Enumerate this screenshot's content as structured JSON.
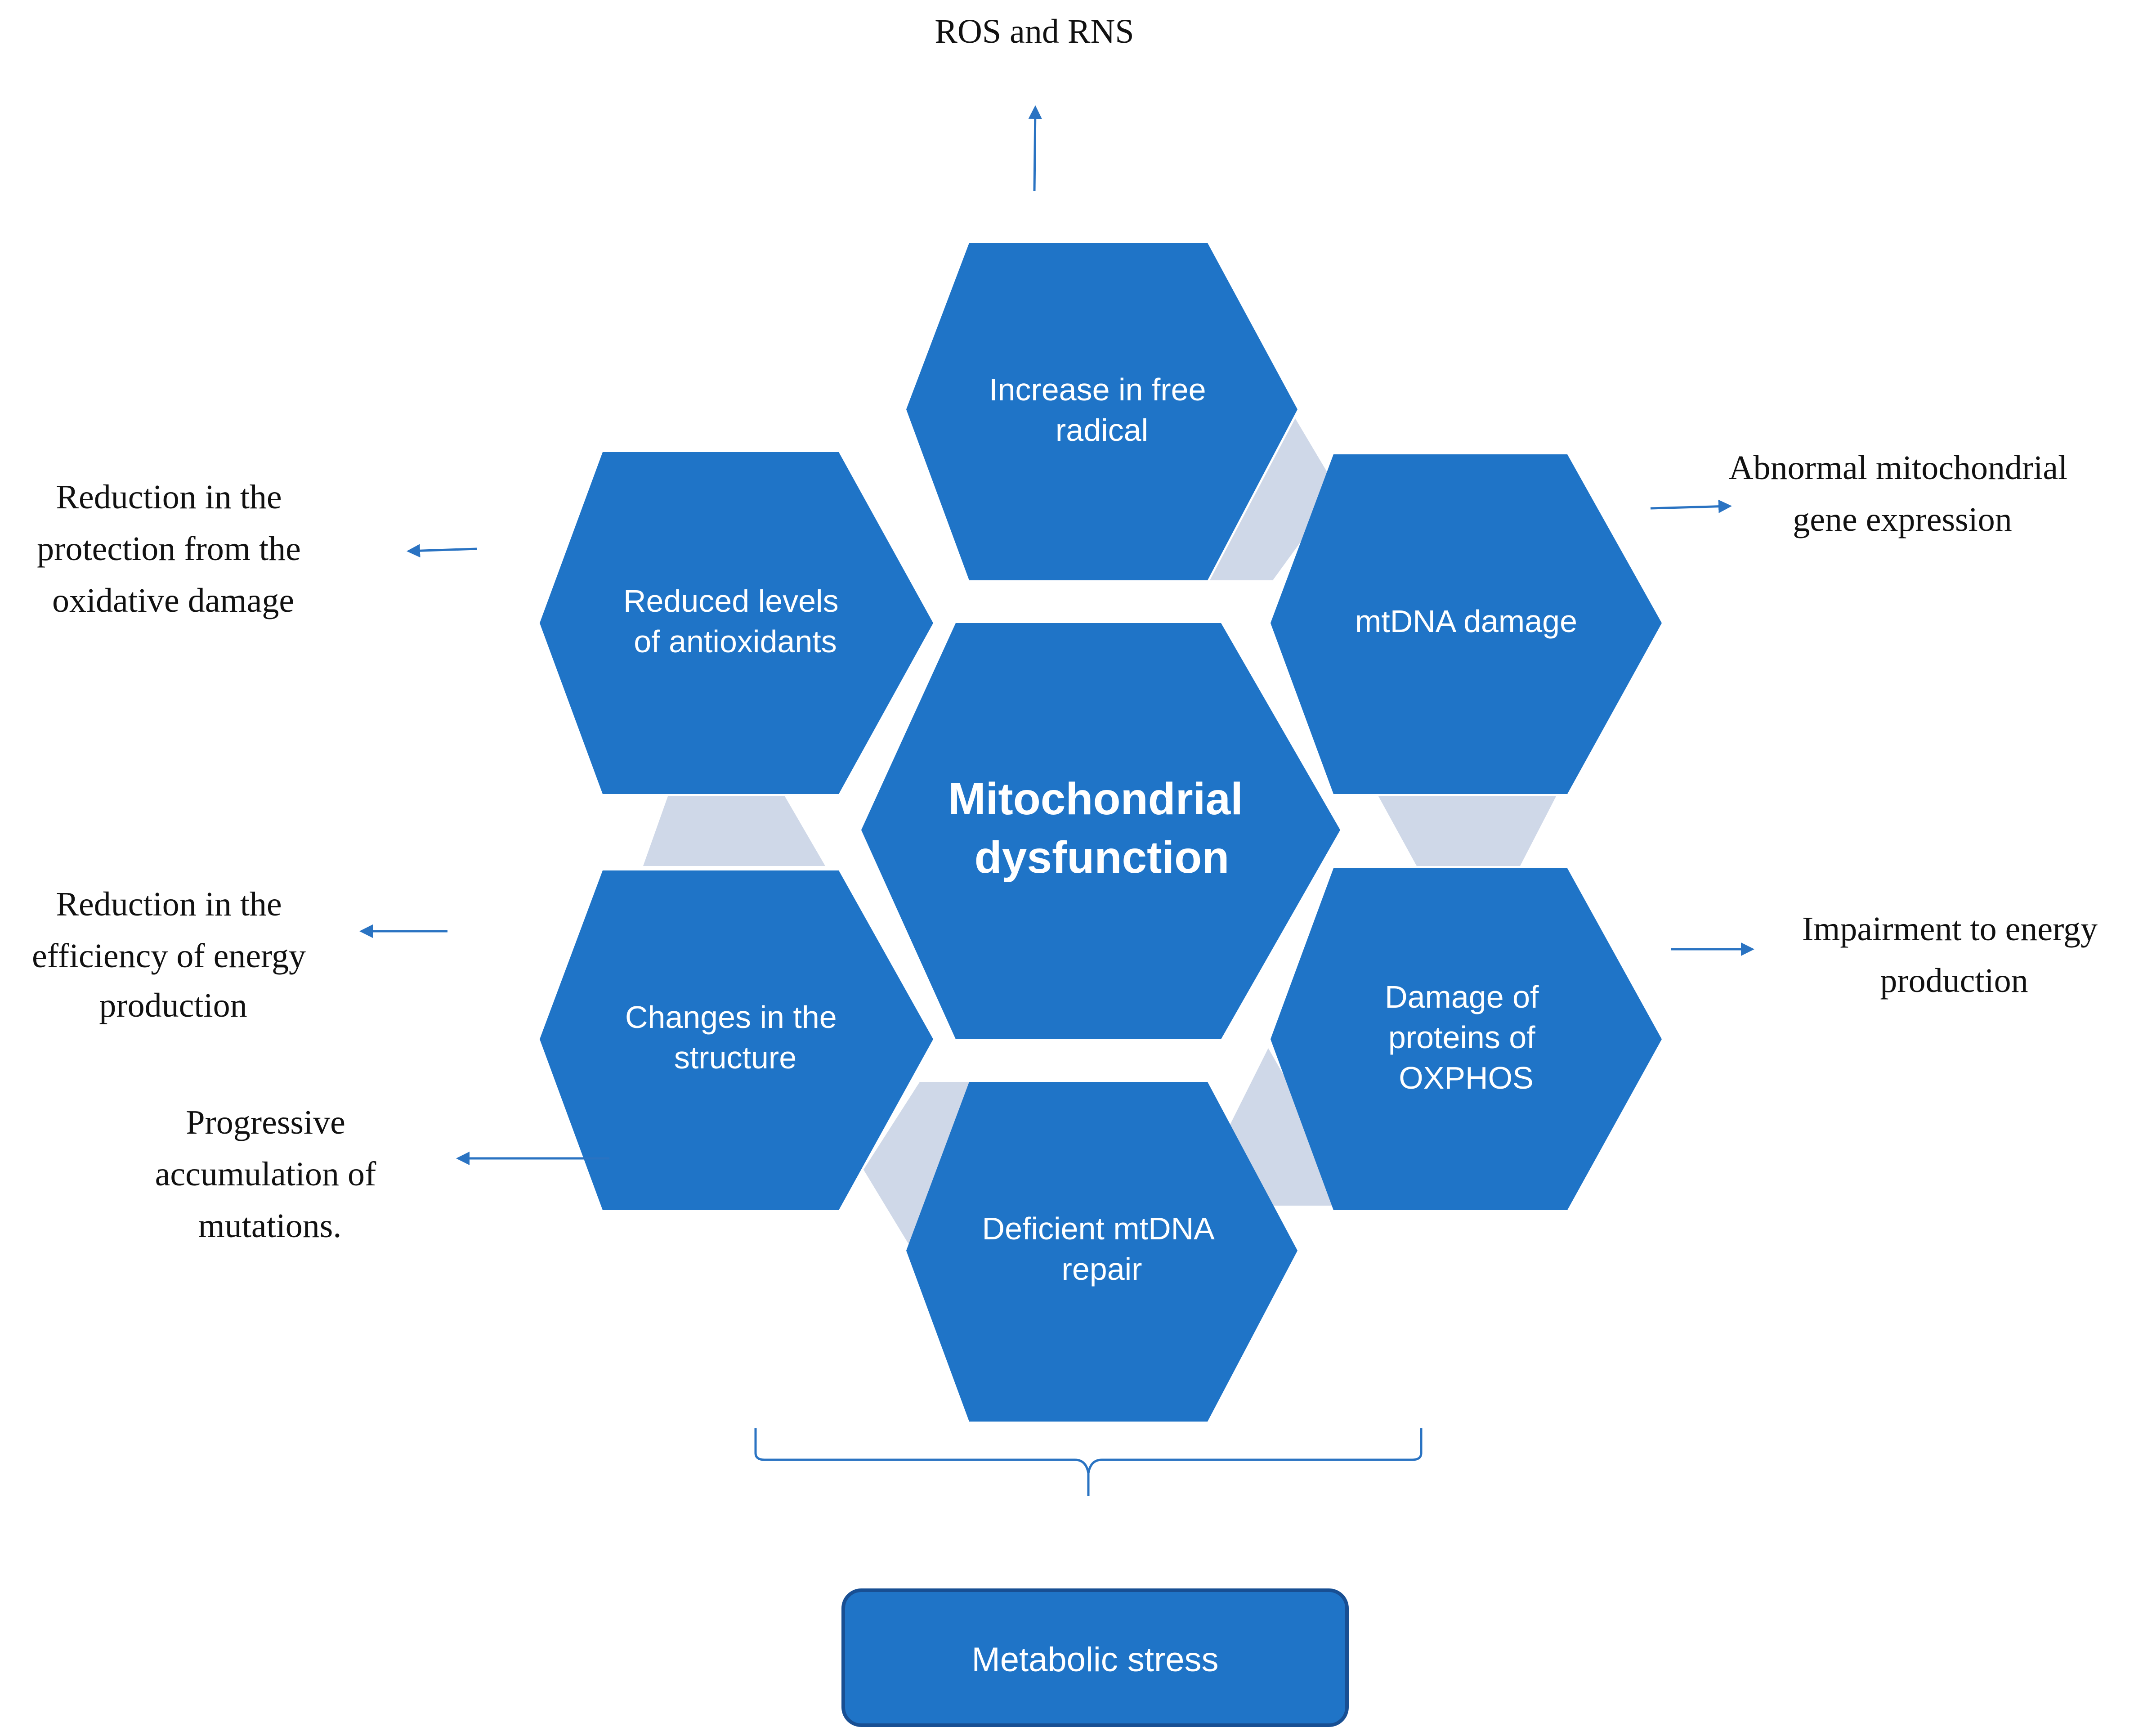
{
  "center": {
    "lines": [
      "Mitochondrial",
      "dysfunction"
    ]
  },
  "hexagons": [
    {
      "id": "free-radical",
      "lines": [
        "Increase in free",
        "radical"
      ]
    },
    {
      "id": "mtdna-damage",
      "lines": [
        "mtDNA damage"
      ]
    },
    {
      "id": "oxphos",
      "lines": [
        "Damage of",
        "proteins of",
        "OXPHOS"
      ]
    },
    {
      "id": "mtdna-repair",
      "lines": [
        "Deficient mtDNA",
        "repair"
      ]
    },
    {
      "id": "structure",
      "lines": [
        "Changes in the",
        "structure"
      ]
    },
    {
      "id": "antioxidants",
      "lines": [
        "Reduced levels",
        "of antioxidants"
      ]
    }
  ],
  "outcomes": [
    {
      "id": "ros-rns",
      "lines": [
        "ROS and RNS"
      ]
    },
    {
      "id": "gene-expression",
      "lines": [
        "Abnormal mitochondrial",
        "gene expression"
      ]
    },
    {
      "id": "energy-impairment",
      "lines": [
        "Impairment to energy",
        "production"
      ]
    },
    {
      "id": "oxidative-protection",
      "lines": [
        "Reduction in the",
        "protection from the",
        "oxidative damage"
      ]
    },
    {
      "id": "energy-efficiency",
      "lines": [
        "Reduction in the",
        "efficiency of energy",
        "production"
      ]
    },
    {
      "id": "mutations",
      "lines": [
        "Progressive",
        "accumulation of",
        "mutations."
      ]
    }
  ],
  "metabolic_stress": {
    "label": "Metabolic stress"
  },
  "colors": {
    "hex_fill": "#1f74c7",
    "connector_fill": "#cfd8e8",
    "arrow": "#2a73c2",
    "box_fill": "#1f74c7",
    "box_border": "#184f93",
    "text_dark": "#111111",
    "text_light": "#ffffff"
  }
}
